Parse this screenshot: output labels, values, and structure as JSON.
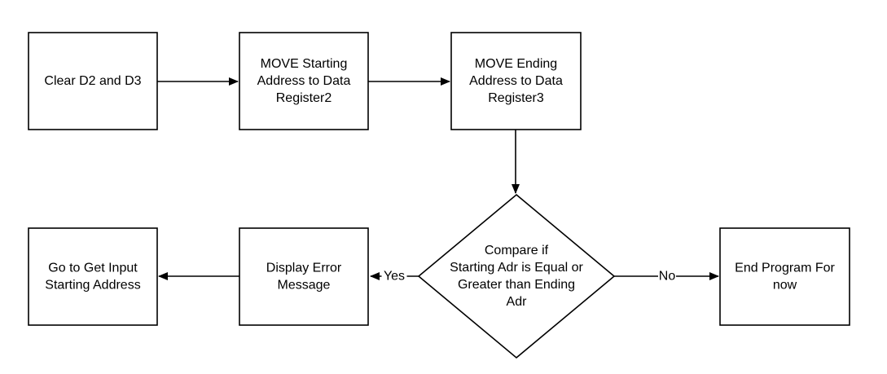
{
  "colors": {
    "stroke": "#000000",
    "fill": "#ffffff",
    "text": "#000000"
  },
  "nodes": {
    "clear_registers": {
      "shape": "rectangle",
      "lines": [
        "Clear D2 and D3"
      ]
    },
    "move_start": {
      "shape": "rectangle",
      "lines": [
        "MOVE Starting",
        "Address to Data",
        "Register2"
      ]
    },
    "move_end": {
      "shape": "rectangle",
      "lines": [
        "MOVE Ending",
        "Address to Data",
        "Register3"
      ]
    },
    "compare": {
      "shape": "diamond",
      "lines": [
        "Compare if",
        "Starting Adr is Equal or",
        "Greater than Ending",
        "Adr"
      ]
    },
    "display_error": {
      "shape": "rectangle",
      "lines": [
        "Display Error",
        "Message"
      ]
    },
    "goto_input": {
      "shape": "rectangle",
      "lines": [
        "Go to Get Input",
        "Starting Address"
      ]
    },
    "end_program": {
      "shape": "rectangle",
      "lines": [
        "End Program For",
        "now"
      ]
    }
  },
  "edges": [
    {
      "from": "clear_registers",
      "to": "move_start",
      "label": ""
    },
    {
      "from": "move_start",
      "to": "move_end",
      "label": ""
    },
    {
      "from": "move_end",
      "to": "compare",
      "label": ""
    },
    {
      "from": "compare",
      "to": "display_error",
      "label": "Yes"
    },
    {
      "from": "display_error",
      "to": "goto_input",
      "label": ""
    },
    {
      "from": "compare",
      "to": "end_program",
      "label": "No"
    }
  ]
}
